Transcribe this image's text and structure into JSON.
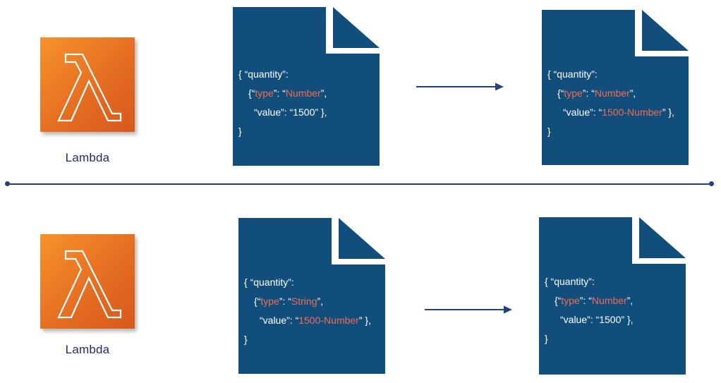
{
  "rows": [
    {
      "lambda_label": "Lambda",
      "input": {
        "l1": "{ “quantity”:",
        "l2_pre": "{“",
        "l2_key": "type",
        "l2_mid": "”: “",
        "l2_val": "Number",
        "l2_post": "”,",
        "l3_pre": "“value”: “",
        "l3_val": "1500",
        "l3_post": "” },",
        "l4": "}"
      },
      "output": {
        "l1": "{ “quantity”:",
        "l2_pre": "{“",
        "l2_key": "type",
        "l2_mid": "”: “",
        "l2_val": "Number",
        "l2_post": "”,",
        "l3_pre": "“value”: “",
        "l3_val": "1500-Number",
        "l3_post": "” },",
        "l4": "}"
      }
    },
    {
      "lambda_label": "Lambda",
      "input": {
        "l1": "{ “quantity”:",
        "l2_pre": "{“",
        "l2_key": "type",
        "l2_mid": "”: “",
        "l2_val": "String",
        "l2_post": "”,",
        "l3_pre": "“value”: “",
        "l3_val": "1500-Number",
        "l3_post": "” },",
        "l4": "}"
      },
      "output": {
        "l1": "{ “quantity”:",
        "l2_pre": "{“",
        "l2_key": "type",
        "l2_mid": "”: “",
        "l2_val": "Number",
        "l2_post": "”,",
        "l3_pre": "“value”: “",
        "l3_val": "1500",
        "l3_post": "” },",
        "l4": "}"
      }
    }
  ],
  "colors": {
    "doc_fill": "#124e7c",
    "highlight": "#f26b52",
    "lambda_orange": "#e8702a",
    "line": "#23427a",
    "label_text": "#1a2d5a"
  },
  "icons": [
    "lambda-icon",
    "document-icon",
    "arrow-right-icon"
  ]
}
